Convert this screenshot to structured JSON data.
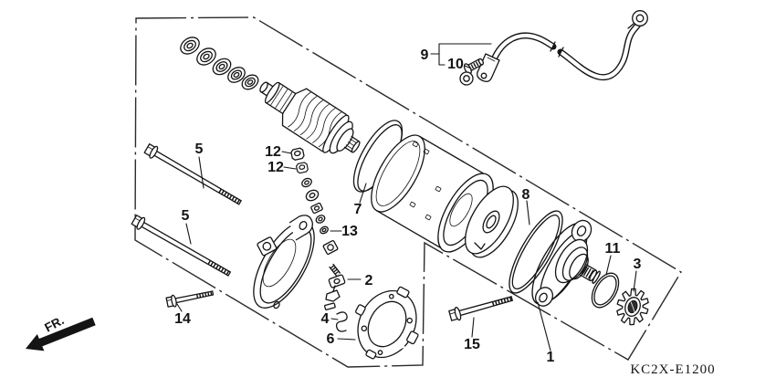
{
  "diagram": {
    "part_code": "KC2X-E1200",
    "direction_label": "FR.",
    "colors": {
      "line": "#141414",
      "background": "#ffffff"
    },
    "callouts": {
      "c1": "1",
      "c2": "2",
      "c3": "3",
      "c4": "4",
      "c5a": "5",
      "c5b": "5",
      "c6": "6",
      "c7": "7",
      "c8": "8",
      "c9": "9",
      "c10": "10",
      "c11": "11",
      "c12a": "12",
      "c12b": "12",
      "c13": "13",
      "c14": "14",
      "c15": "15"
    }
  }
}
